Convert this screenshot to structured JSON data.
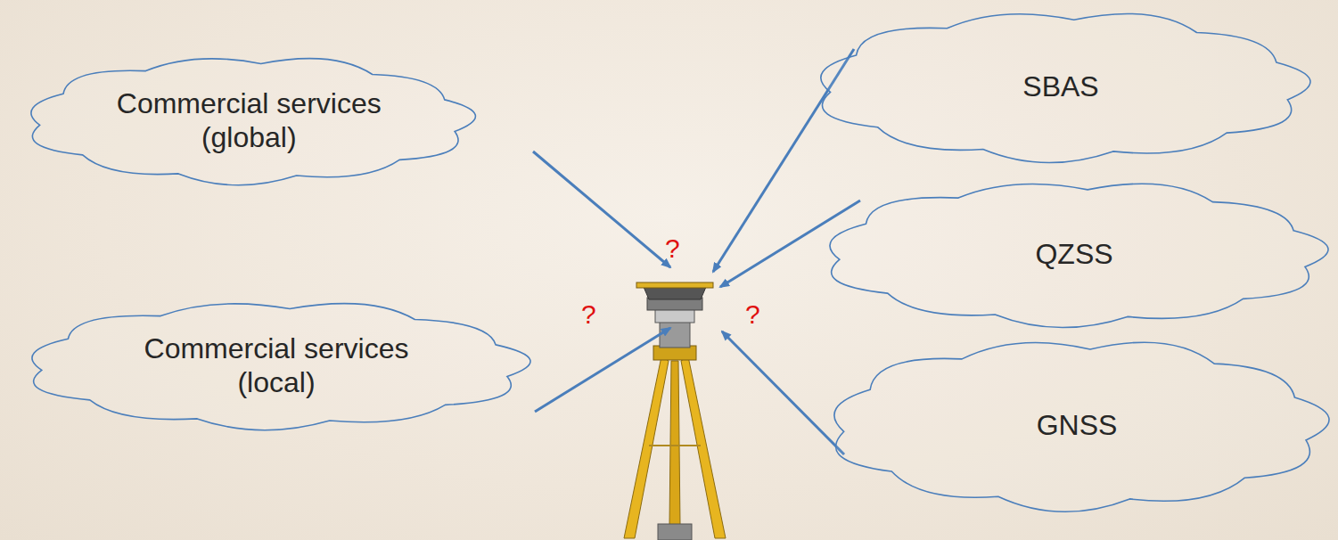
{
  "diagram": {
    "nodes": [
      {
        "text": [
          "Commercial services (global)"
        ]
      },
      {
        "text": [
          "Commercial services (local)"
        ]
      },
      {
        "text": [
          "SBAS"
        ]
      },
      {
        "text": [
          "QZSS"
        ]
      },
      {
        "text": [
          "GNSS"
        ]
      }
    ],
    "labels": [
      "?",
      "?",
      "?"
    ]
  }
}
